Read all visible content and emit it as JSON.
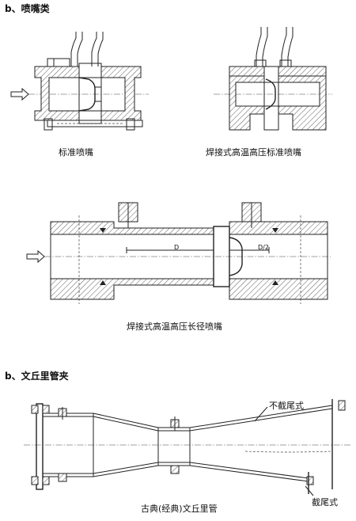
{
  "section_nozzle": {
    "heading": "b、喷嘴类"
  },
  "fig_standard_nozzle": {
    "caption": "标准喷嘴"
  },
  "fig_welded_standard_nozzle": {
    "caption": "焊接式高温高压标准喷嘴"
  },
  "fig_long_radius_nozzle": {
    "caption": "焊接式高温高压长径喷嘴",
    "dim_d": "D",
    "dim_d2": "D/2"
  },
  "section_venturi": {
    "heading": "b、文丘里管夹"
  },
  "fig_venturi": {
    "caption": "古典(经典)文丘里管",
    "label_no_cut": "不截尾式",
    "label_cut": "截尾式"
  }
}
